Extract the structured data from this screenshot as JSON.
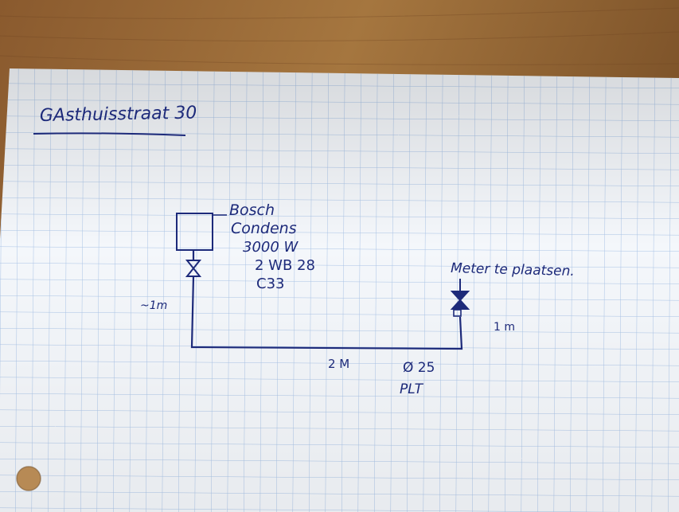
{
  "title": "GAsthuisstraat 30",
  "boiler": {
    "brand": "Bosch",
    "type": "Condens",
    "power": "3000 W",
    "model": "2 WB 28",
    "category": "C33"
  },
  "labels": {
    "vertical_left": "~1m",
    "horizontal": "2 M",
    "diameter": "Ø 25",
    "material": "PLT",
    "meter_note": "Meter te plaatsen.",
    "vertical_right": "1 m"
  },
  "colors": {
    "ink": "#1d2a7a",
    "grid": "#a9c3e6",
    "paper": "#f4f7fb",
    "table": "#9a6a3a",
    "hole": "#b78a55"
  }
}
